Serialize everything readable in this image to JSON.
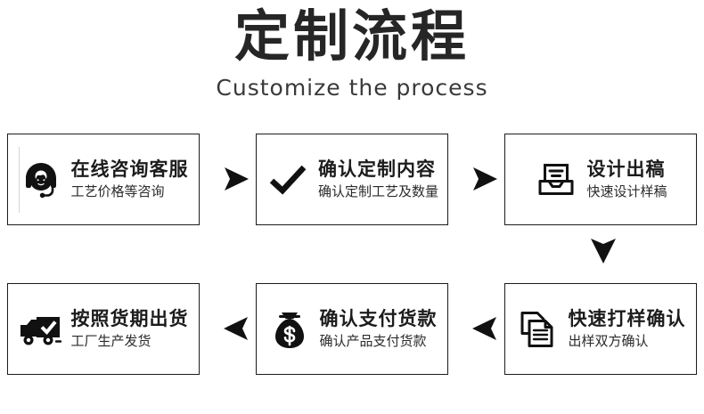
{
  "header": {
    "title": "定制流程",
    "subtitle": "Customize the process"
  },
  "flow": {
    "arrows": [
      {
        "name": "arrow-right-step1-to-step2",
        "direction": "right"
      },
      {
        "name": "arrow-right-step2-to-step3",
        "direction": "right"
      },
      {
        "name": "arrow-down-step3-to-step4",
        "direction": "down"
      },
      {
        "name": "arrow-left-step4-to-step5",
        "direction": "left"
      },
      {
        "name": "arrow-left-step5-to-step6",
        "direction": "left"
      }
    ],
    "steps": [
      {
        "id": "step-1",
        "icon": "headset-support-icon",
        "title": "在线咨询客服",
        "subtitle": "工艺价格等咨询"
      },
      {
        "id": "step-2",
        "icon": "checkmark-icon",
        "title": "确认定制内容",
        "subtitle": "确认定制工艺及数量"
      },
      {
        "id": "step-3",
        "icon": "design-inbox-icon",
        "title": "设计出稿",
        "subtitle": "快速设计样稿"
      },
      {
        "id": "step-4",
        "icon": "truck-check-icon",
        "title": "按照货期出货",
        "subtitle": "工厂生产发货"
      },
      {
        "id": "step-5",
        "icon": "money-bag-icon",
        "title": "确认支付货款",
        "subtitle": "确认产品支付货款"
      },
      {
        "id": "step-6",
        "icon": "documents-stack-icon",
        "title": "快速打样确认",
        "subtitle": "出样双方确认"
      }
    ]
  },
  "colors": {
    "background": "#ffffff",
    "ink": "#1c1c1c",
    "title": "#262626",
    "border": "#1c1c1c",
    "rule": "#d6d6d6"
  }
}
